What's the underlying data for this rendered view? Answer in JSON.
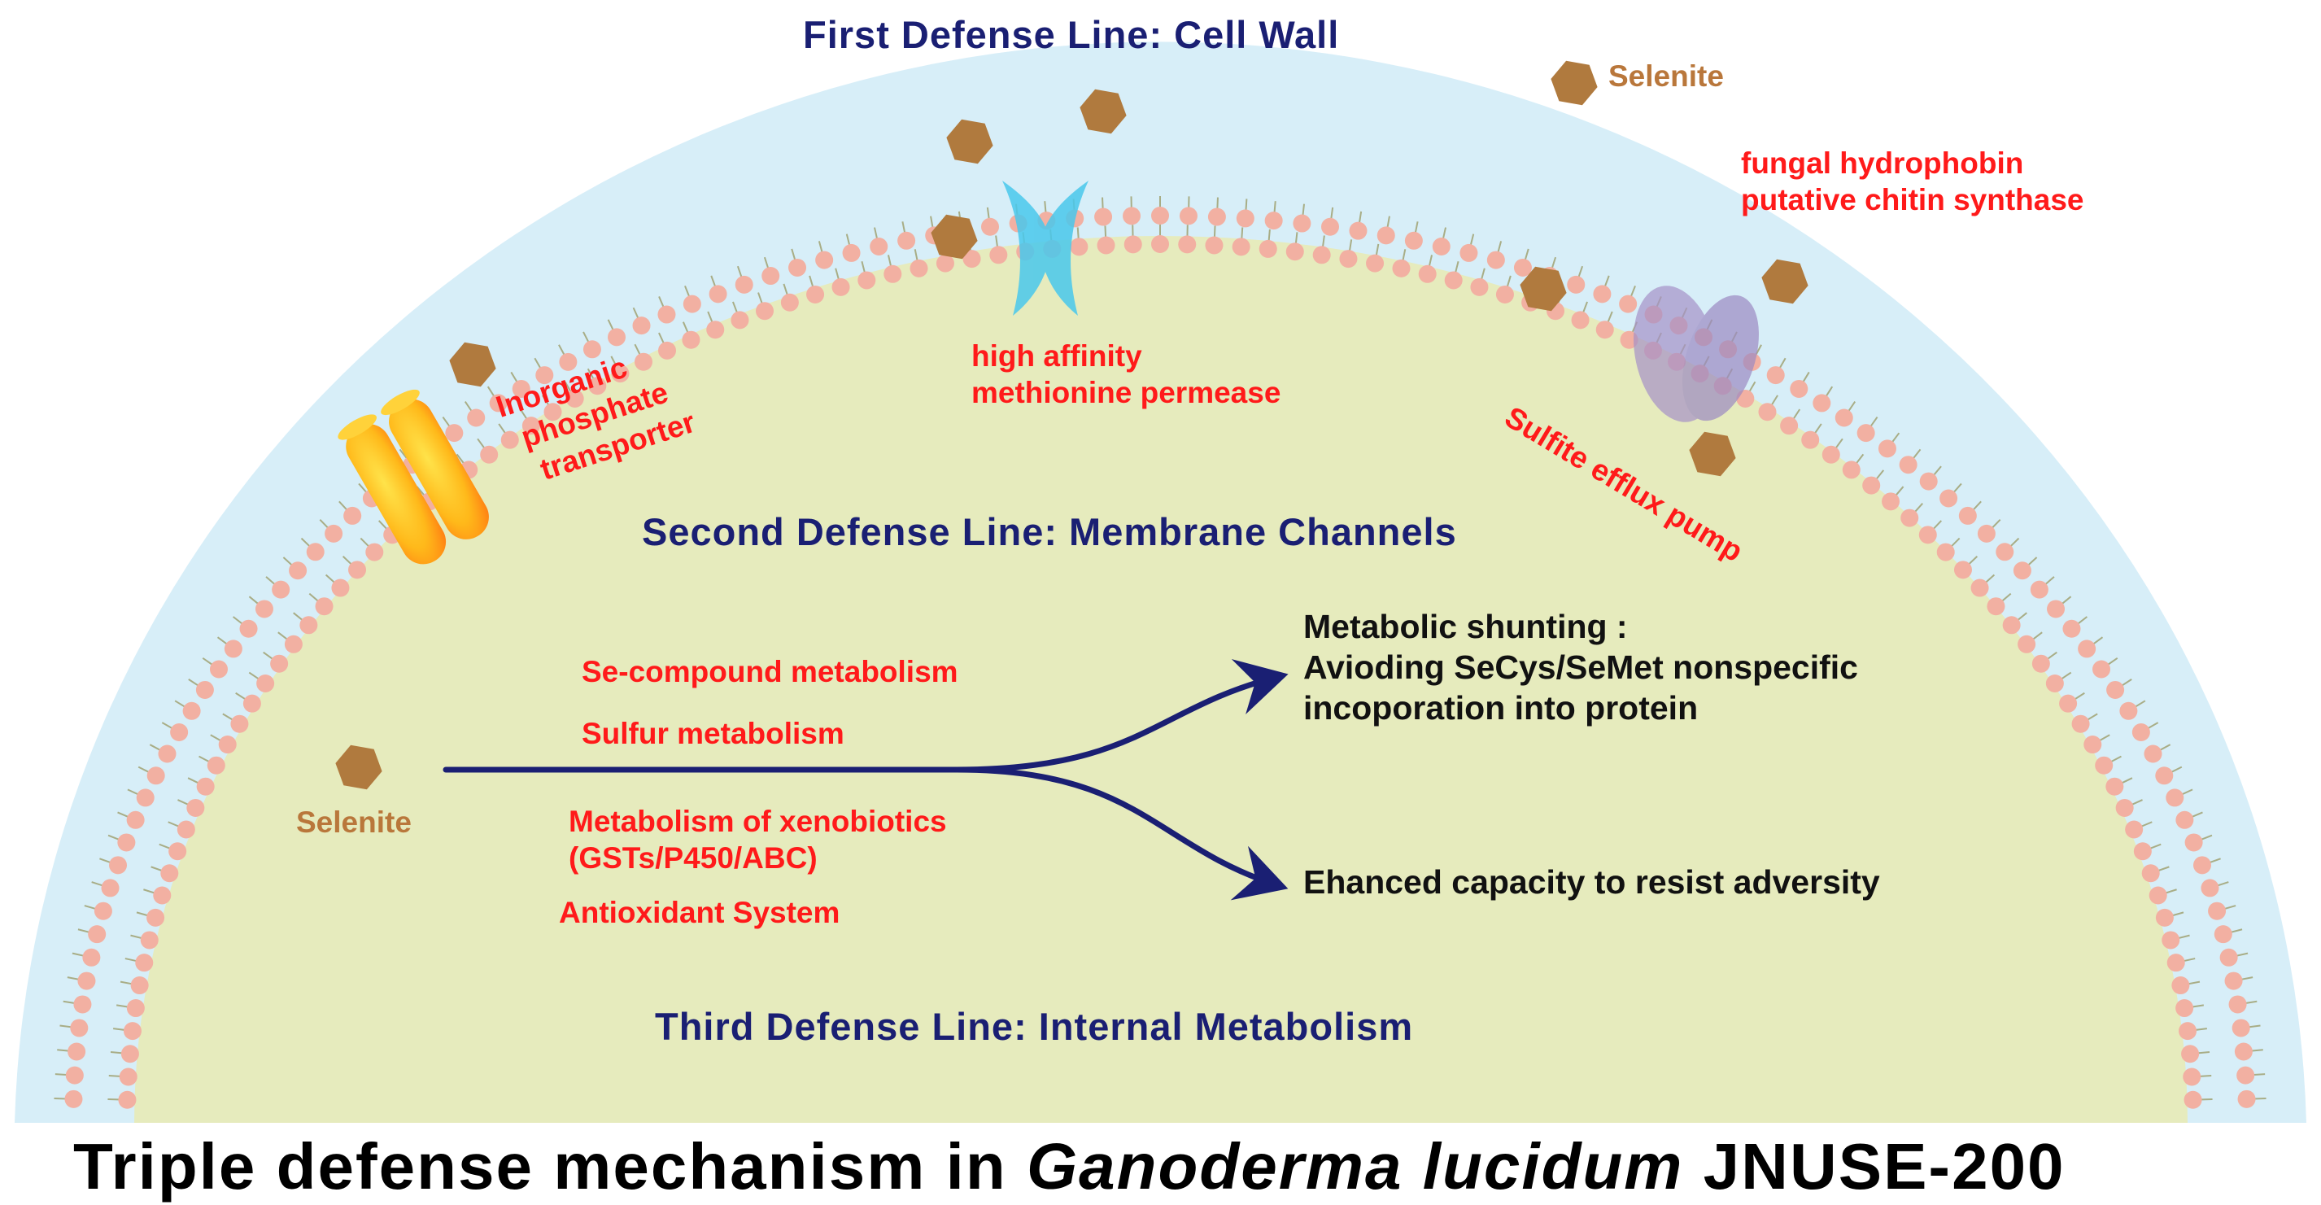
{
  "defense_lines": {
    "first": "First Defense Line: Cell Wall",
    "second": "Second Defense Line: Membrane Channels",
    "third": "Third Defense Line: Internal Metabolism"
  },
  "membrane_proteins": {
    "phosphate_transporter": [
      "Inorganic",
      "phosphate",
      "transporter"
    ],
    "methionine_permease": [
      "high affinity",
      "methionine permease"
    ],
    "sulfite_efflux_pump": "Sulfite efflux pump"
  },
  "cell_wall_genes": [
    "fungal hydrophobin",
    "putative chitin synthase"
  ],
  "selenite_label": "Selenite",
  "metabolism": {
    "upper": [
      "Se-compound metabolism",
      "Sulfur metabolism"
    ],
    "lower": [
      "Metabolism of xenobiotics",
      "(GSTs/P450/ABC)",
      "Antioxidant System"
    ]
  },
  "outcomes": {
    "shunting": [
      "Metabolic shunting :",
      "Avioding SeCys/SeMet nonspecific",
      "incoporation into protein"
    ],
    "resistance": "Ehanced capacity to resist adversity"
  },
  "title": {
    "prefix": "Triple defense mechanism in",
    "species": "Ganoderma lucidum",
    "strain": "JNUSE-200"
  },
  "colors": {
    "cell_wall": "#d7eef8",
    "cytoplasm": "#e6ebbd",
    "lipid_head": "#f2b0a2",
    "selenite": "#b07a3e",
    "arrow": "#1a1f73"
  }
}
